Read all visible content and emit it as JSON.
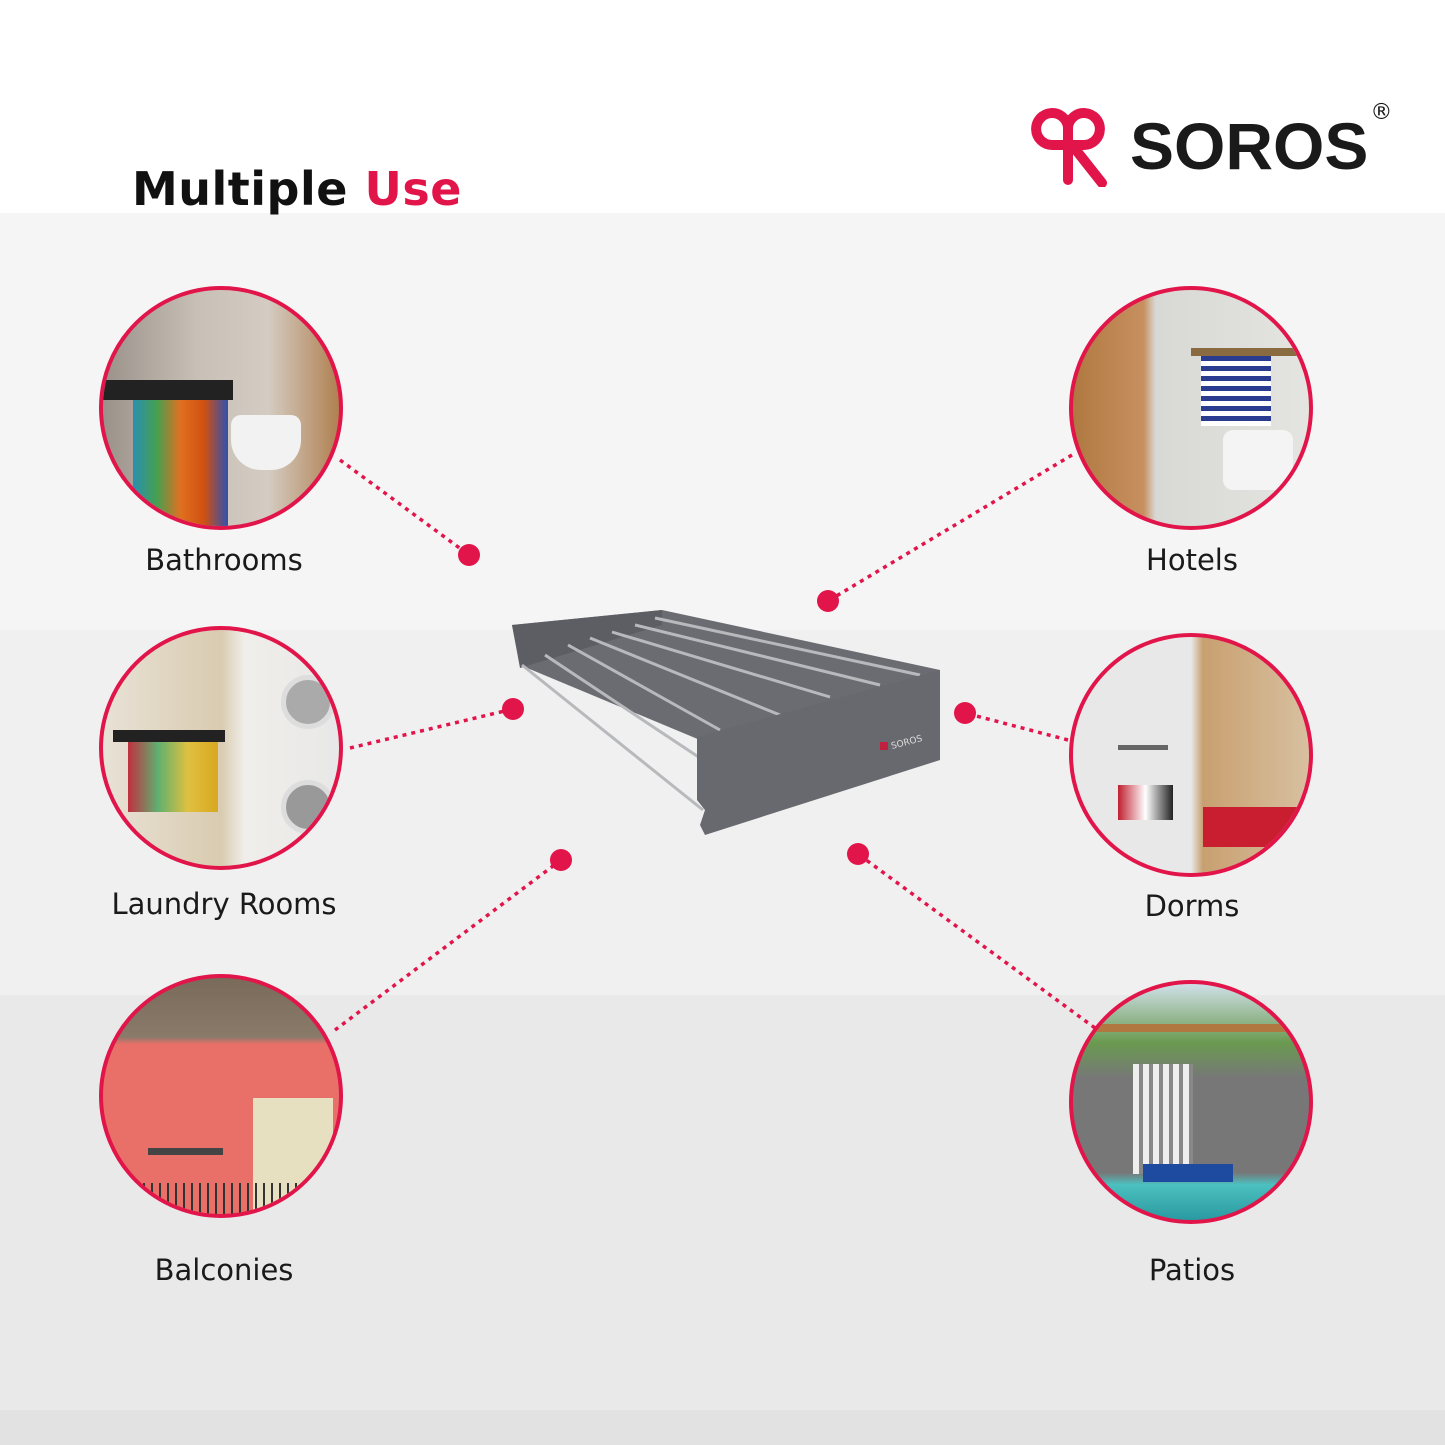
{
  "heading": {
    "part1": "Multiple",
    "part2": "Use"
  },
  "brand": {
    "name": "SOROS",
    "registered": "®",
    "product_badge": "SOROS"
  },
  "colors": {
    "accent": "#e2154b",
    "text": "#1a1a1a"
  },
  "uses": {
    "left": [
      {
        "label": "Bathrooms"
      },
      {
        "label": "Laundry Rooms"
      },
      {
        "label": "Balconies"
      }
    ],
    "right": [
      {
        "label": "Hotels"
      },
      {
        "label": "Dorms"
      },
      {
        "label": "Patios"
      }
    ]
  }
}
